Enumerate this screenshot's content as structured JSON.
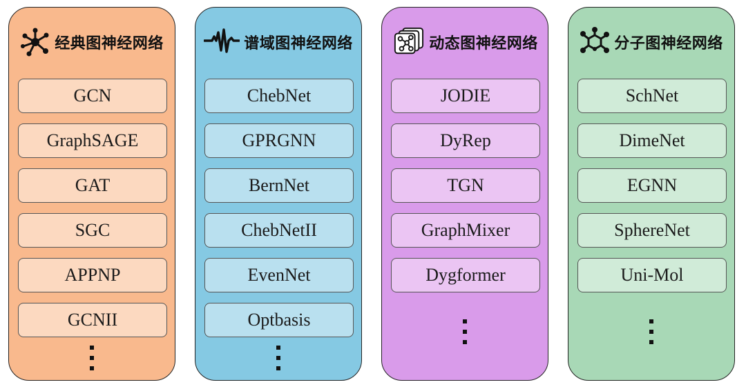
{
  "panels": [
    {
      "title": "经典图神经网络",
      "icon": "molecule-network-icon",
      "items": [
        "GCN",
        "GraphSAGE",
        "GAT",
        "SGC",
        "APPNP",
        "GCNII"
      ],
      "color": "#f9b98d",
      "item_color": "#fcd9c0"
    },
    {
      "title": "谱域图神经网络",
      "icon": "waveform-icon",
      "items": [
        "ChebNet",
        "GPRGNN",
        "BernNet",
        "ChebNetII",
        "EvenNet",
        "Optbasis"
      ],
      "color": "#85c9e3",
      "item_color": "#b9e0ef"
    },
    {
      "title": "动态图神经网络",
      "icon": "stacked-graph-icon",
      "items": [
        "JODIE",
        "DyRep",
        "TGN",
        "GraphMixer",
        "Dygformer"
      ],
      "color": "#d99bea",
      "item_color": "#ebc5f3"
    },
    {
      "title": "分子图神经网络",
      "icon": "molecule-ring-icon",
      "items": [
        "SchNet",
        "DimeNet",
        "EGNN",
        "SphereNet",
        "Uni-Mol"
      ],
      "color": "#a8d8b6",
      "item_color": "#d0ebd8"
    }
  ]
}
